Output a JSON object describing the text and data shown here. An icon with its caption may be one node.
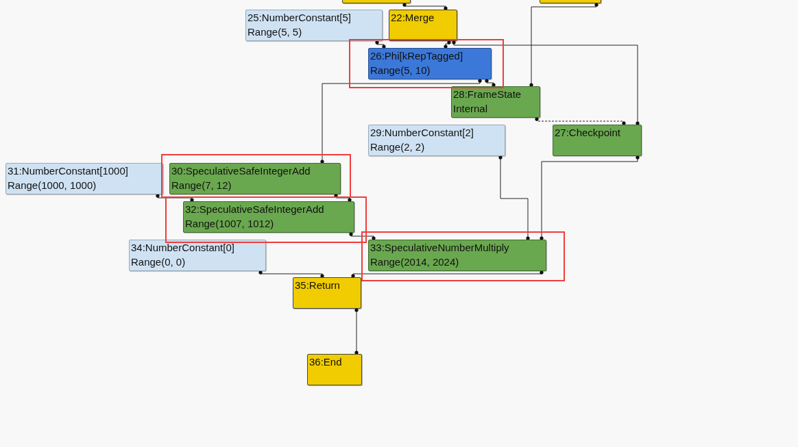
{
  "diagram": {
    "nodes": [
      {
        "text": [],
        "shape": "box"
      },
      {
        "text": [],
        "shape": "box"
      },
      {
        "text": [
          "25:NumberConstant[5]",
          "Range(5, 5)"
        ]
      },
      {
        "text": [
          "22:Merge"
        ]
      },
      {
        "text": [
          "26:Phi[kRepTagged]",
          "Range(5, 10)"
        ]
      },
      {
        "text": [
          "28:FrameState Internal"
        ]
      },
      {
        "text": [
          "29:NumberConstant[2]",
          "Range(2, 2)"
        ]
      },
      {
        "text": [
          "27:Checkpoint"
        ]
      },
      {
        "text": [
          "31:NumberConstant[1000]",
          "Range(1000, 1000)"
        ]
      },
      {
        "text": [
          "30:SpeculativeSafeIntegerAdd",
          "Range(7, 12)"
        ]
      },
      {
        "text": [
          "32:SpeculativeSafeIntegerAdd",
          "Range(1007, 1012)"
        ]
      },
      {
        "text": [
          "34:NumberConstant[0]",
          "Range(0, 0)"
        ]
      },
      {
        "text": [
          "33:SpeculativeNumberMultiply",
          "Range(2014, 2024)"
        ]
      },
      {
        "text": [
          "35:Return"
        ]
      },
      {
        "text": [
          "36:End"
        ]
      }
    ],
    "edges": [
      {
        "from": 0,
        "to": 3,
        "arrow": "other"
      },
      {
        "from": 1,
        "to": 5,
        "arrow": "other"
      },
      {
        "from": 2,
        "to": 4,
        "arrow": "other"
      },
      {
        "from": 3,
        "to": 4,
        "arrow": "other"
      },
      {
        "from": 3,
        "to": 7,
        "arrow": "other"
      },
      {
        "from": 4,
        "to": 5,
        "arrow": "other"
      },
      {
        "from": 4,
        "to": 9,
        "arrow": "other"
      },
      {
        "from": 5,
        "to": 7,
        "arrow": "other",
        "style": "dashed"
      },
      {
        "from": 6,
        "to": 12,
        "arrow": "other"
      },
      {
        "from": 7,
        "to": 12,
        "arrow": "other"
      },
      {
        "from": 8,
        "to": 10,
        "arrow": "other"
      },
      {
        "from": 9,
        "to": 10,
        "arrow": "other"
      },
      {
        "from": 10,
        "to": 12,
        "arrow": "other"
      },
      {
        "from": 11,
        "to": 13,
        "arrow": "other"
      },
      {
        "from": 12,
        "to": 13,
        "arrow": "other"
      },
      {
        "from": 13,
        "to": 14,
        "arrow": "other"
      }
    ]
  }
}
